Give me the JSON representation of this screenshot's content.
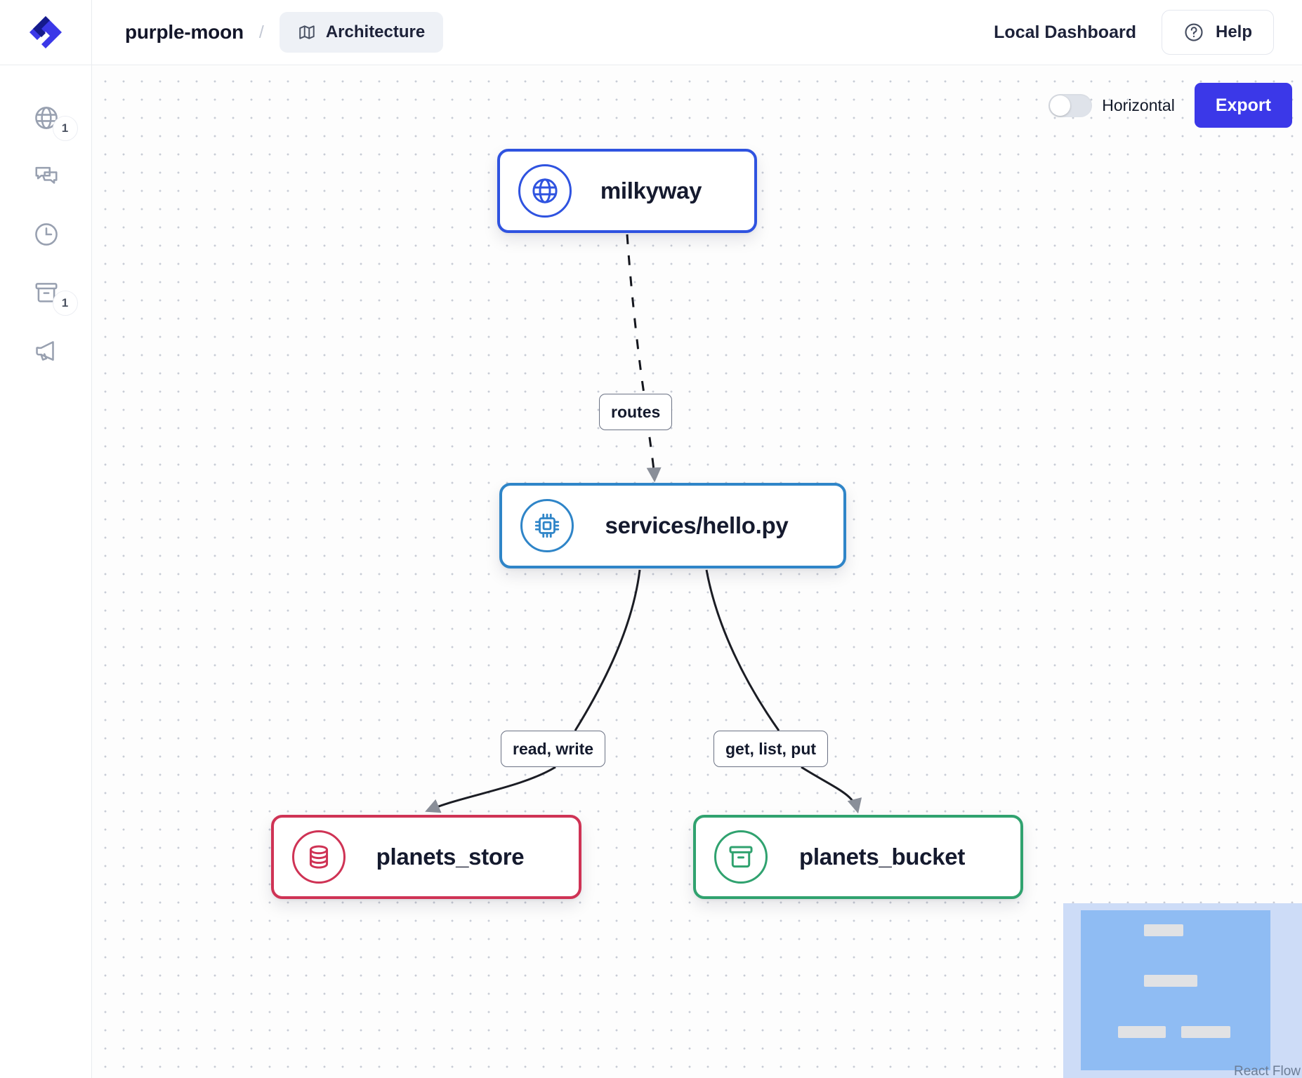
{
  "header": {
    "logo_icon": "app-logo-diamond",
    "brand": "purple-moon",
    "separator": "/",
    "tab": {
      "icon": "map-icon",
      "label": "Architecture"
    },
    "dashboard_label": "Local Dashboard",
    "help": {
      "icon": "question-circle-icon",
      "label": "Help"
    }
  },
  "sidebar": {
    "items": [
      {
        "icon": "globe-icon",
        "name": "endpoints",
        "badge": "1"
      },
      {
        "icon": "chat-icon",
        "name": "messaging",
        "badge": ""
      },
      {
        "icon": "clock-icon",
        "name": "schedules",
        "badge": ""
      },
      {
        "icon": "bucket-icon",
        "name": "storage",
        "badge": "1"
      },
      {
        "icon": "megaphone-icon",
        "name": "announcements",
        "badge": ""
      }
    ]
  },
  "toolbar": {
    "toggle": {
      "label": "Horizontal",
      "state": "off"
    },
    "export_label": "Export"
  },
  "graph": {
    "nodes": [
      {
        "id": "milkyway",
        "label": "milkyway",
        "icon": "globe-icon",
        "color": "#2f53e0"
      },
      {
        "id": "service",
        "label": "services/hello.py",
        "icon": "chip-icon",
        "color": "#2f85c8"
      },
      {
        "id": "store",
        "label": "planets_store",
        "icon": "database-icon",
        "color": "#cf3355"
      },
      {
        "id": "bucket",
        "label": "planets_bucket",
        "icon": "bucket-icon",
        "color": "#30a26f"
      }
    ],
    "edges": [
      {
        "from": "milkyway",
        "to": "service",
        "label": "routes",
        "style": "dashed"
      },
      {
        "from": "service",
        "to": "store",
        "label": "read, write",
        "style": "solid"
      },
      {
        "from": "service",
        "to": "bucket",
        "label": "get, list, put",
        "style": "solid"
      }
    ]
  },
  "minimap": {
    "attribution": "React Flow"
  }
}
